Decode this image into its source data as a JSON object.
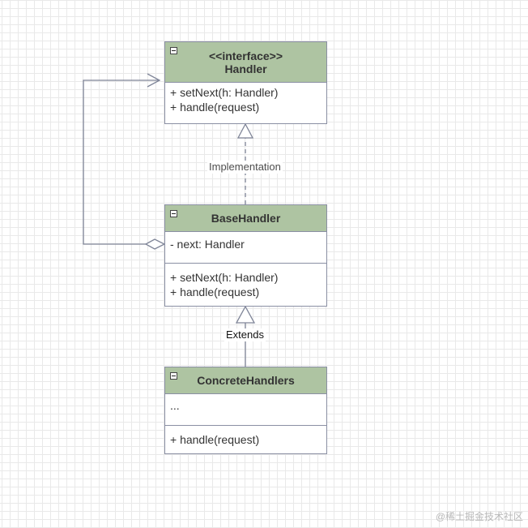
{
  "handler": {
    "stereotype": "<<interface>>",
    "name": "Handler",
    "methods": [
      "+ setNext(h: Handler)",
      "+ handle(request)"
    ]
  },
  "base_handler": {
    "name": "BaseHandler",
    "fields": [
      "- next: Handler"
    ],
    "methods": [
      "+ setNext(h: Handler)",
      "+ handle(request)"
    ]
  },
  "concrete_handlers": {
    "name": "ConcreteHandlers",
    "fields": [
      "..."
    ],
    "methods": [
      "+ handle(request)"
    ]
  },
  "edges": {
    "implementation_label": "Implementation",
    "extends_label": "Extends"
  },
  "watermark": "@稀土掘金技术社区",
  "colors": {
    "header_fill": "#aec4a2",
    "border": "#8a8fa3",
    "grid": "#e9e9e9"
  }
}
